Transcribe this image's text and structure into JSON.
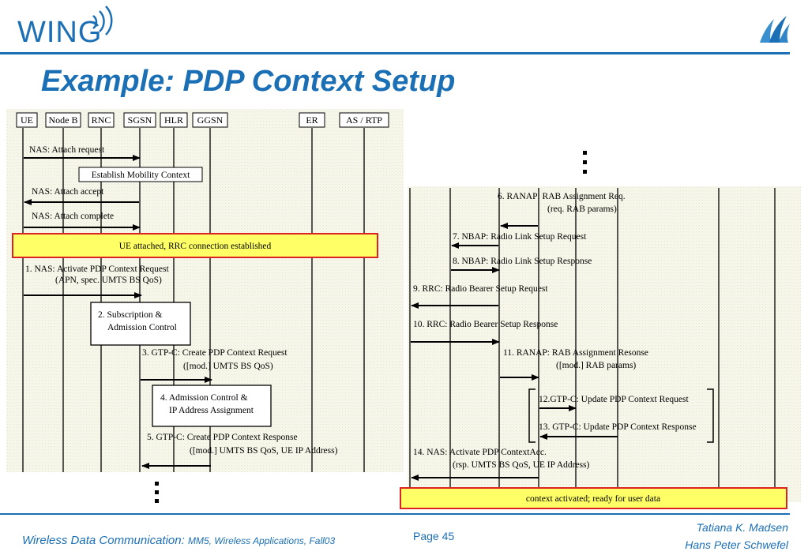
{
  "header": {
    "logo_text": "WING",
    "title": "Example: PDP Context Setup"
  },
  "diagram_left": {
    "entities": [
      "UE",
      "Node B",
      "RNC",
      "SGSN",
      "HLR",
      "GGSN",
      "ER",
      "AS / RTP"
    ],
    "messages": {
      "attach_request": "NAS: Attach request",
      "mobility_context": "Establish Mobility Context",
      "attach_accept": "NAS: Attach accept",
      "attach_complete": "NAS: Attach complete",
      "banner": "UE attached, RRC connection established",
      "m1_line1": "1. NAS: Activate PDP Context Request",
      "m1_line2": "(APN, spec. UMTS BS QoS)",
      "m2_line1": "2. Subscription &",
      "m2_line2": "Admission Control",
      "m3_line1": "3. GTP-C: Create PDP Context Request",
      "m3_line2": "([mod.] UMTS BS QoS)",
      "m4_line1": "4. Admission Control &",
      "m4_line2": "IP Address Assignment",
      "m5_line1": "5. GTP-C: Create PDP Context Response",
      "m5_line2": "([mod.] UMTS BS QoS, UE IP Address)"
    }
  },
  "diagram_right": {
    "messages": {
      "m6_line1": "6. RANAP: RAB Assignment Req.",
      "m6_line2": "(req. RAB params)",
      "m7": "7. NBAP: Radio Link Setup Request",
      "m8": "8. NBAP: Radio Link Setup Response",
      "m9": "9. RRC:  Radio Bearer Setup Request",
      "m10": "10. RRC: Radio Bearer Setup Response",
      "m11_line1": "11. RANAP: RAB Assignment  Resonse",
      "m11_line2": "([mod.] RAB params)",
      "m12": "12.GTP-C:  Update PDP Context Request",
      "m13": "13. GTP-C: Update PDP Context Response",
      "m14_line1": "14. NAS: Activate PDP ContextAcc.",
      "m14_line2": "(rsp. UMTS BS QoS, UE IP Address)",
      "banner": "context activated; ready for user data"
    }
  },
  "footer": {
    "course": "Wireless Data Communication:",
    "course_detail": "MM5, Wireless Applications, Fall03",
    "page": "Page 45",
    "author1": "Tatiana K. Madsen",
    "author2": "Hans Peter Schwefel"
  },
  "colors": {
    "brand_blue": "#1b6fb5",
    "banner_fill": "#ffff66",
    "banner_border": "#dd2222",
    "diagram_bg": "#f6f6ea"
  }
}
